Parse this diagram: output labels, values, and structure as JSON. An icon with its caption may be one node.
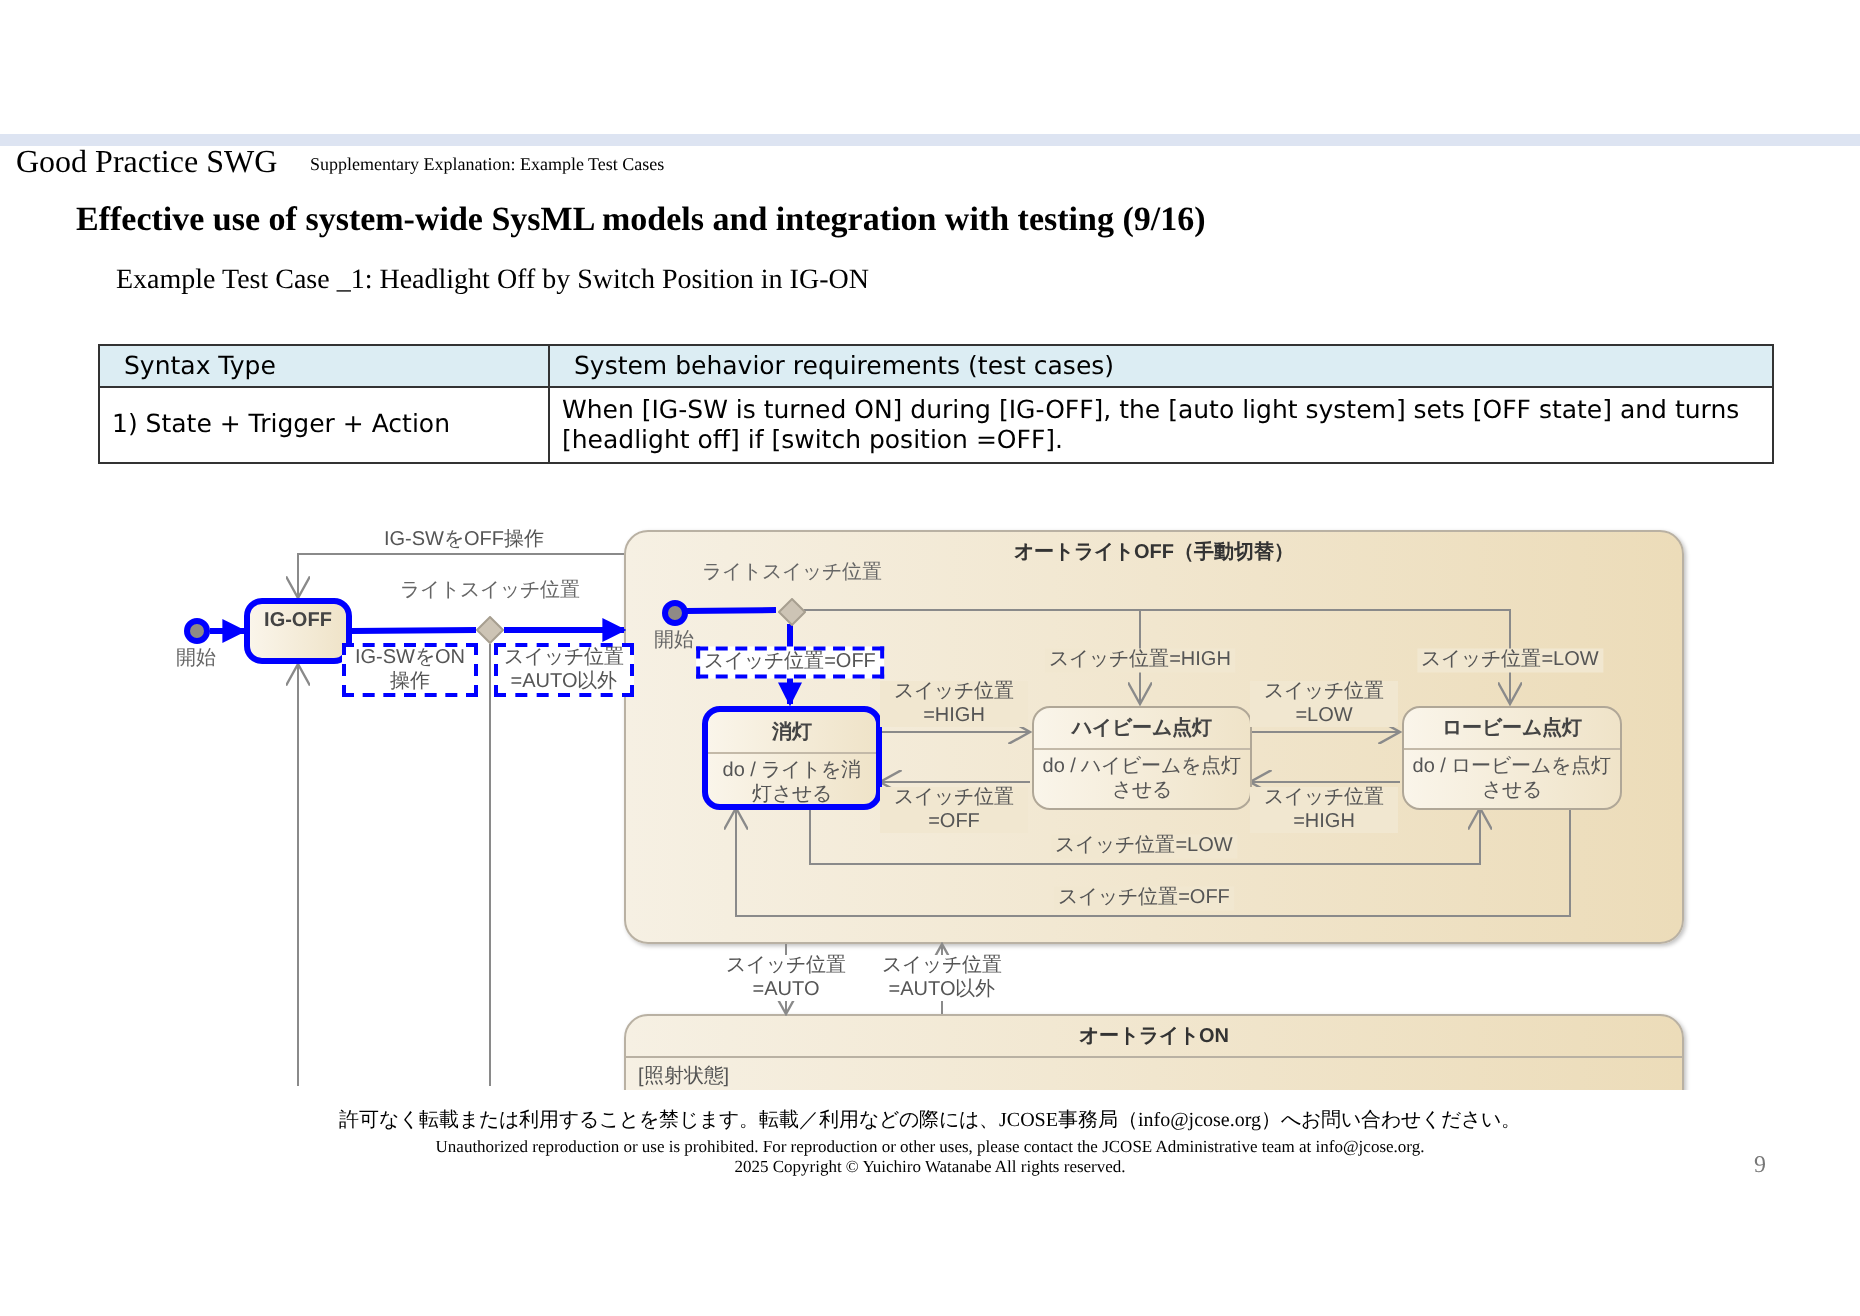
{
  "diagram": {
    "title": "Effective use of system-wide SysML models and integration with testing (9/16)",
    "nodes": [
      {
        "text": [],
        "shape": "circle",
        "beside": [
          "開始"
        ]
      },
      {
        "text": [
          "IG-OFF"
        ]
      },
      {
        "text": [],
        "shape": "diamond",
        "beside": [
          "ライトスイッチ位置"
        ]
      },
      {
        "text": [
          "オートライトOFF（手動切替）"
        ]
      },
      {
        "text": [],
        "shape": "circle",
        "beside": [
          "開始"
        ],
        "in": 3
      },
      {
        "text": [],
        "shape": "diamond",
        "beside": [
          "ライトスイッチ位置"
        ],
        "in": 3
      },
      {
        "text": [
          "消灯",
          "do / ライトを消灯させる"
        ],
        "in": 3
      },
      {
        "text": [
          "ハイビーム点灯",
          "do / ハイビームを点灯させる"
        ],
        "in": 3
      },
      {
        "text": [
          "ロービーム点灯",
          "do / ロービームを点灯させる"
        ],
        "in": 3
      },
      {
        "text": [
          "オートライトON",
          "[照射状態]"
        ]
      }
    ],
    "edges": [
      {
        "from": 0,
        "to": 1,
        "arrow": "to",
        "style": "thick",
        "color": "#0000ff"
      },
      {
        "from": 1,
        "to": 2,
        "arrow": "none",
        "label": "IG-SWをON操作",
        "style": "thick",
        "color": "#0000ff"
      },
      {
        "from": 2,
        "to": 3,
        "arrow": "to",
        "label": "スイッチ位置=AUTO以外",
        "style": "thick",
        "color": "#0000ff"
      },
      {
        "from": 3,
        "to": 1,
        "arrow": "to",
        "label": "IG-SWをOFF操作"
      },
      {
        "from": 2,
        "to": null,
        "arrow": "none"
      },
      {
        "from": null,
        "to": 1,
        "arrow": "to"
      },
      {
        "from": 4,
        "to": 5,
        "arrow": "none",
        "style": "thick",
        "color": "#0000ff"
      },
      {
        "from": 5,
        "to": 6,
        "arrow": "to",
        "label": "スイッチ位置=OFF",
        "style": "thick",
        "color": "#0000ff"
      },
      {
        "from": 5,
        "to": 7,
        "arrow": "to",
        "label": "スイッチ位置=HIGH"
      },
      {
        "from": 5,
        "to": 8,
        "arrow": "to",
        "label": "スイッチ位置=LOW"
      },
      {
        "from": 6,
        "to": 7,
        "arrow": "to",
        "label": "スイッチ位置=HIGH"
      },
      {
        "from": 7,
        "to": 6,
        "arrow": "to",
        "label": "スイッチ位置=OFF"
      },
      {
        "from": 7,
        "to": 8,
        "arrow": "to",
        "label": "スイッチ位置=LOW"
      },
      {
        "from": 8,
        "to": 7,
        "arrow": "to",
        "label": "スイッチ位置=HIGH"
      },
      {
        "from": 6,
        "to": 8,
        "arrow": "to",
        "label": "スイッチ位置=LOW"
      },
      {
        "from": 8,
        "to": 6,
        "arrow": "to",
        "label": "スイッチ位置=OFF"
      },
      {
        "from": 3,
        "to": 9,
        "arrow": "to",
        "label": "スイッチ位置=AUTO"
      },
      {
        "from": 9,
        "to": 3,
        "arrow": "to",
        "label": "スイッチ位置=AUTO以外"
      }
    ],
    "labels": [
      "Good Practice SWG",
      "Supplementary Explanation: Example Test Cases",
      "Example Test Case _1: Headlight Off by Switch Position in IG-ON",
      "Syntax Type",
      "System behavior requirements (test cases)",
      "1) State + Trigger + Action",
      "When [IG-SW is turned ON] during [IG-OFF], the [auto light system] sets [OFF state] and turns [headlight off] if [switch position =OFF].",
      "許可なく転載または利用することを禁じます。転載／利用などの際には、JCOSE事務局（info@jcose.org）へお問い合わせください。",
      "Unauthorized reproduction or use is prohibited. For reproduction or other uses, please contact the JCOSE Administrative team at info@jcose.org.",
      "2025 Copyright © Yuichiro Watanabe All rights reserved.",
      "9"
    ]
  }
}
